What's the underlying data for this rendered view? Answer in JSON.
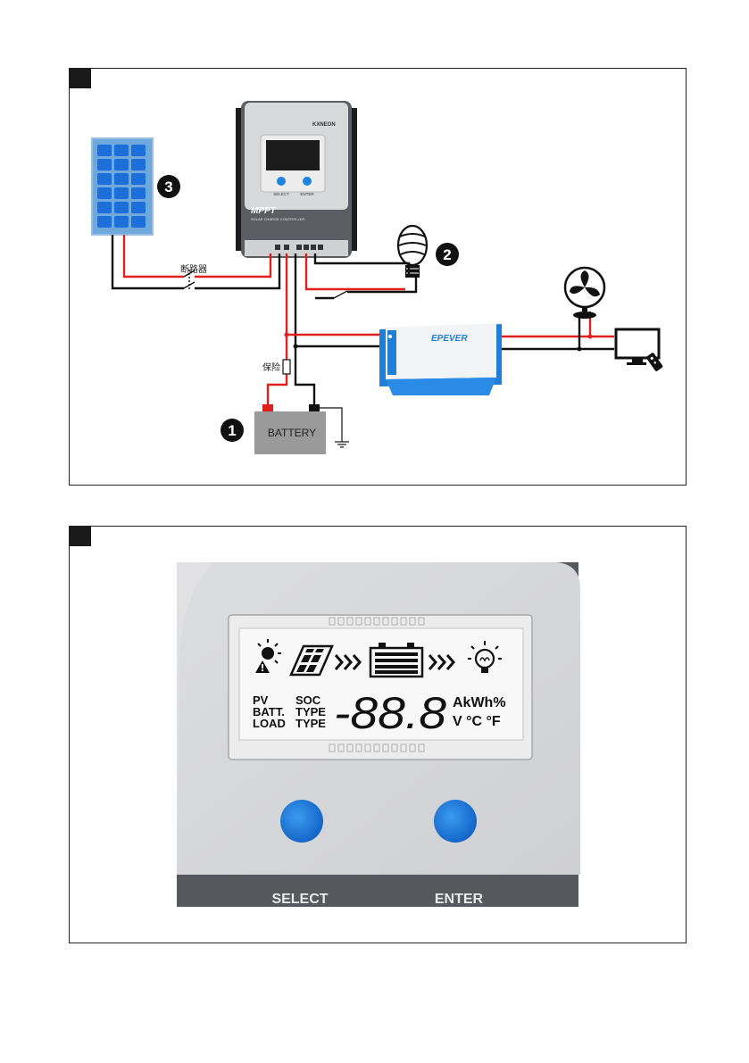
{
  "diagram": {
    "controller": {
      "brand": "KXNEON",
      "model": "MPPT",
      "subtitle": "SOLAR CHARGE CONTROLLER",
      "select_label": "SELECT",
      "enter_label": "ENTER"
    },
    "breaker_label": "断路器",
    "fuse_label": "保险",
    "battery_label": "BATTERY",
    "inverter_brand": "EPEVER",
    "markers": {
      "battery": "1",
      "load": "2",
      "panel": "3"
    }
  },
  "lcd": {
    "row_labels_left": [
      "PV",
      "BATT.",
      "LOAD"
    ],
    "row_labels_mid": [
      "SOC",
      "TYPE",
      "TYPE"
    ],
    "digits": "-88.8",
    "units_top": "AkWh%",
    "units_bottom": "V °C °F",
    "select_label": "SELECT",
    "enter_label": "ENTER"
  },
  "colors": {
    "red_wire": "#e0201e",
    "black_wire": "#111111",
    "knob_blue": "#1f83e0",
    "panel_blue": "#1e7fd9"
  }
}
